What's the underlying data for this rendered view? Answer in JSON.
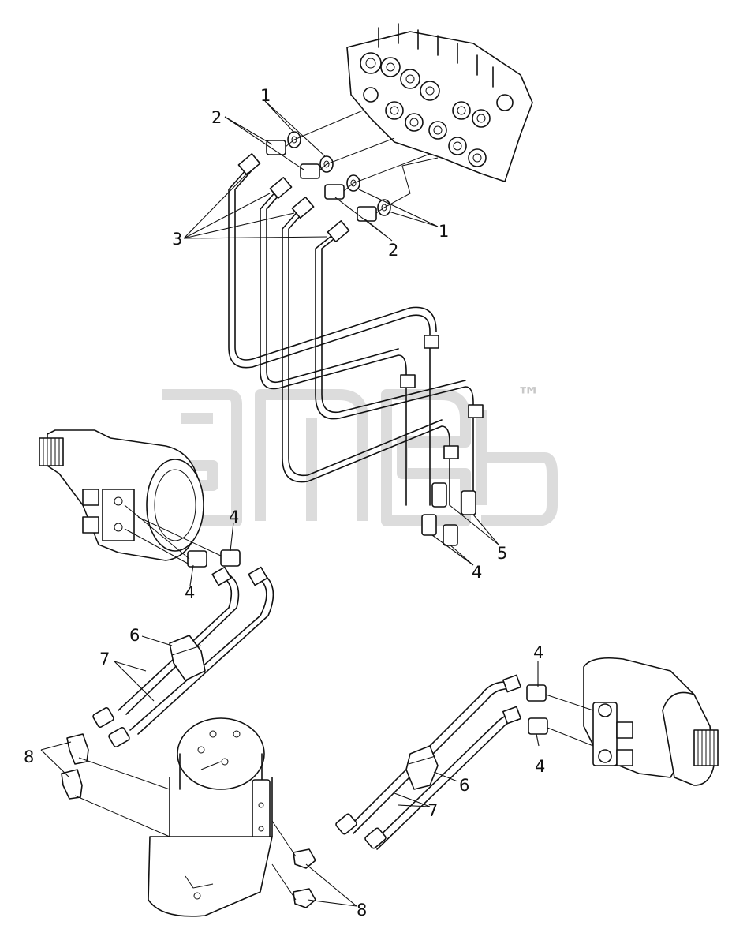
{
  "callouts": {
    "c1a": "1",
    "c1b": "1",
    "c2a": "2",
    "c2b": "2",
    "c3": "3",
    "c4a": "4",
    "c4b": "4",
    "c4c": "4",
    "c4d": "4",
    "c4e": "4",
    "c5": "5",
    "c6a": "6",
    "c6b": "6",
    "c7a": "7",
    "c7b": "7",
    "c8a": "8",
    "c8b": "8"
  },
  "watermark": {
    "tm": "™"
  }
}
